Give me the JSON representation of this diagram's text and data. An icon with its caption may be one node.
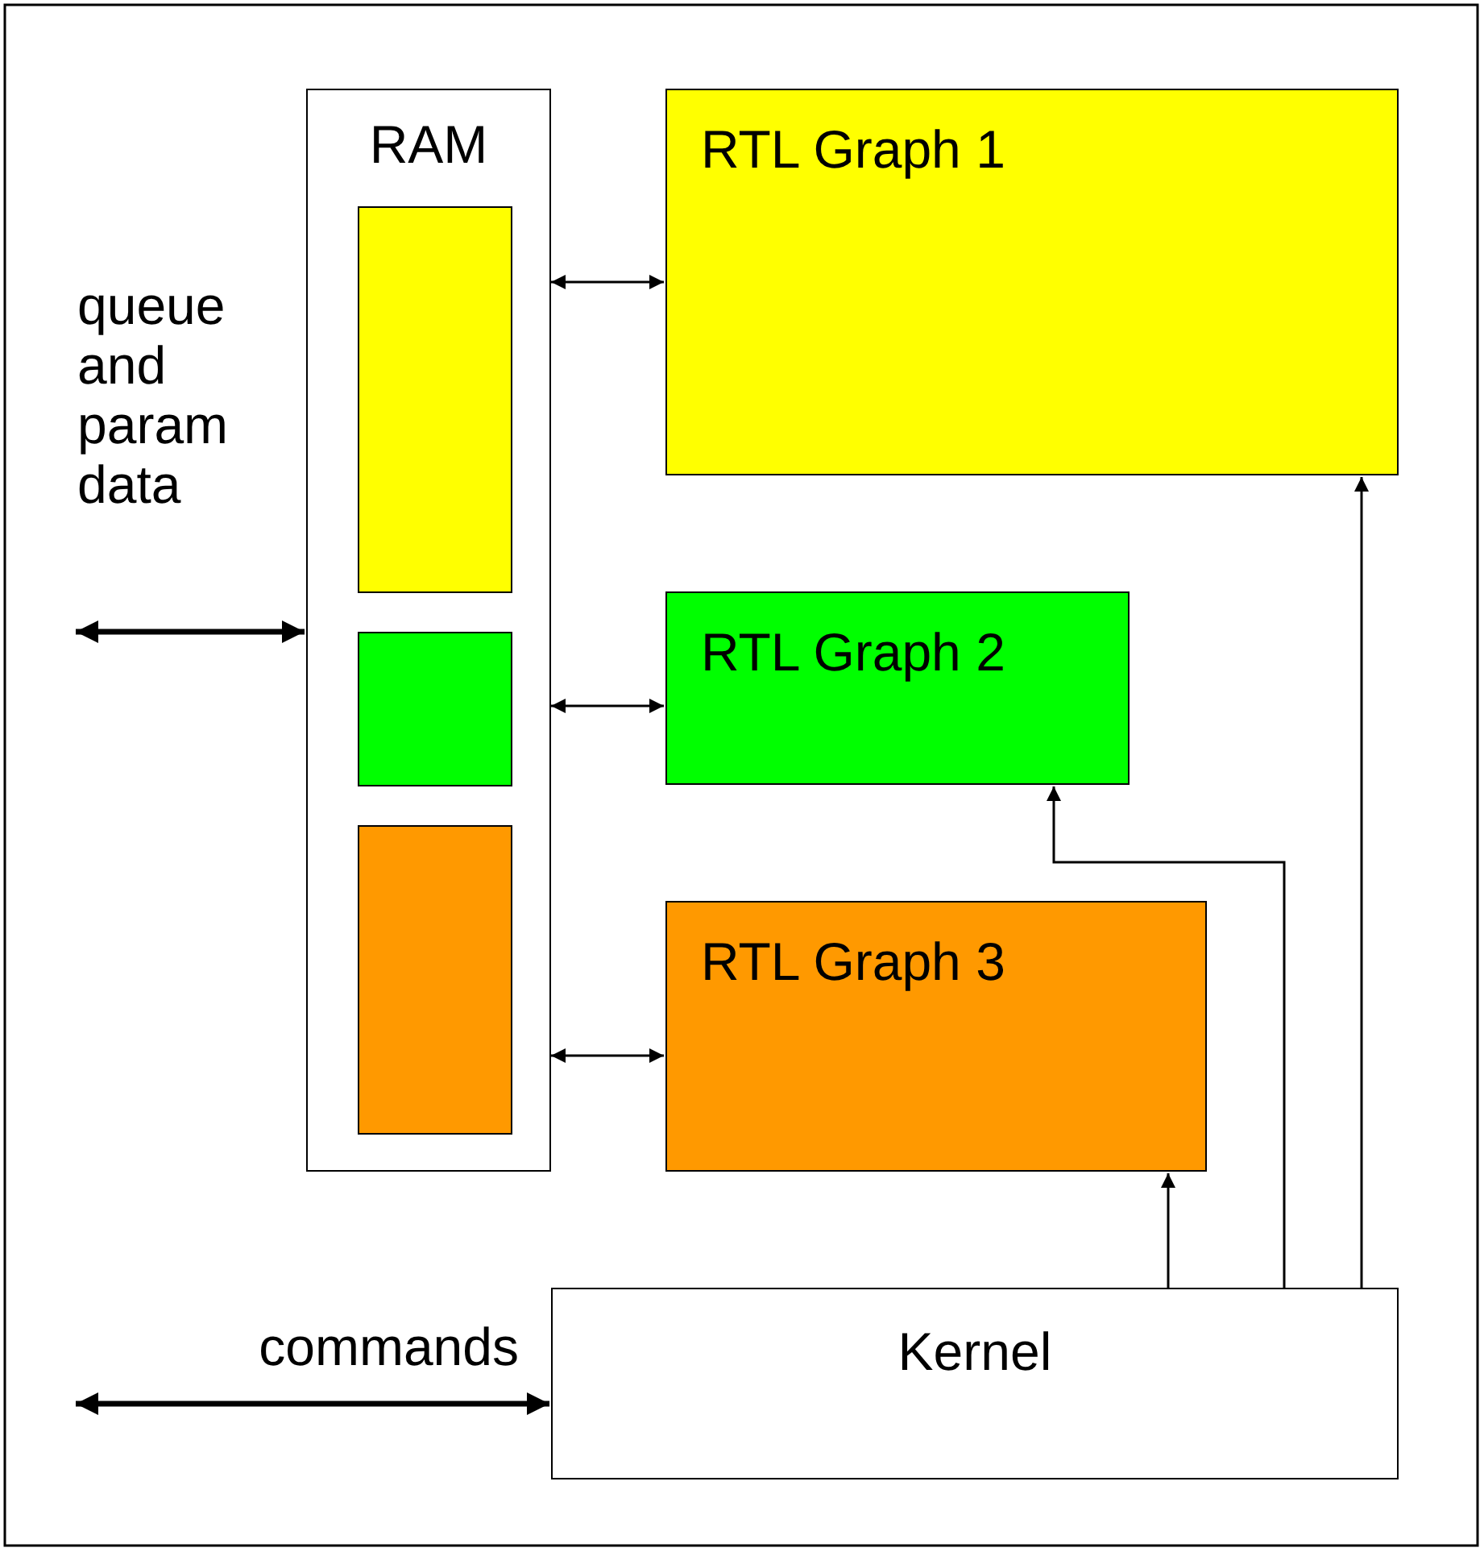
{
  "diagram": {
    "nodes": [
      {
        "text": [
          "RAM"
        ]
      },
      {
        "text": [],
        "shape": "box",
        "in": 0
      },
      {
        "text": [],
        "shape": "box",
        "in": 0
      },
      {
        "text": [],
        "shape": "box",
        "in": 0
      },
      {
        "text": [
          "RTL Graph 1"
        ]
      },
      {
        "text": [
          "RTL Graph 2"
        ]
      },
      {
        "text": [
          "RTL Graph 3"
        ]
      },
      {
        "text": [
          "Kernel"
        ]
      }
    ],
    "edges": [
      {
        "from": null,
        "to": 0,
        "arrow": "both",
        "label": "queue and param data",
        "style": "thick"
      },
      {
        "from": 0,
        "to": 4,
        "arrow": "both"
      },
      {
        "from": 0,
        "to": 5,
        "arrow": "both"
      },
      {
        "from": 0,
        "to": 6,
        "arrow": "both"
      },
      {
        "from": null,
        "to": 7,
        "arrow": "both",
        "label": "commands",
        "style": "thick"
      },
      {
        "from": 7,
        "to": 4,
        "arrow": "to"
      },
      {
        "from": 7,
        "to": 5,
        "arrow": "to"
      },
      {
        "from": 7,
        "to": 6,
        "arrow": "to"
      }
    ]
  }
}
